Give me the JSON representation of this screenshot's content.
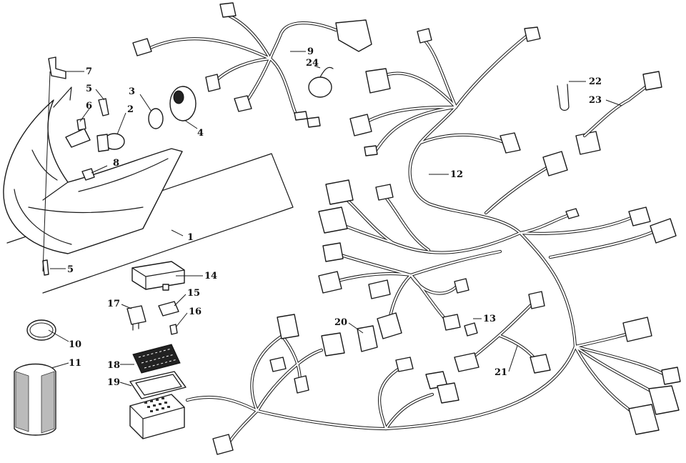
{
  "diagram": {
    "callouts": [
      {
        "id": "c1",
        "label": "1"
      },
      {
        "id": "c2",
        "label": "2"
      },
      {
        "id": "c3",
        "label": "3"
      },
      {
        "id": "c4",
        "label": "4"
      },
      {
        "id": "c5a",
        "label": "5"
      },
      {
        "id": "c5b",
        "label": "5"
      },
      {
        "id": "c6",
        "label": "6"
      },
      {
        "id": "c7",
        "label": "7"
      },
      {
        "id": "c8",
        "label": "8"
      },
      {
        "id": "c9",
        "label": "9"
      },
      {
        "id": "c10",
        "label": "10"
      },
      {
        "id": "c11",
        "label": "11"
      },
      {
        "id": "c12",
        "label": "12"
      },
      {
        "id": "c13",
        "label": "13"
      },
      {
        "id": "c14",
        "label": "14"
      },
      {
        "id": "c15",
        "label": "15"
      },
      {
        "id": "c16",
        "label": "16"
      },
      {
        "id": "c17",
        "label": "17"
      },
      {
        "id": "c18",
        "label": "18"
      },
      {
        "id": "c19",
        "label": "19"
      },
      {
        "id": "c20",
        "label": "20"
      },
      {
        "id": "c21",
        "label": "21"
      },
      {
        "id": "c22",
        "label": "22"
      },
      {
        "id": "c23",
        "label": "23"
      },
      {
        "id": "c24",
        "label": "24"
      }
    ]
  }
}
